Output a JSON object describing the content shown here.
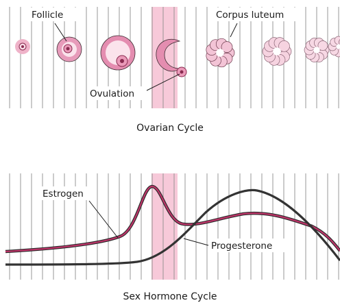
{
  "ovarian": {
    "caption": "Ovarian Cycle",
    "labels": {
      "follicle": "Follicle",
      "corpus_luteum": "Corpus luteum",
      "ovulation": "Ovulation"
    }
  },
  "hormone": {
    "caption": "Sex Hormone Cycle",
    "labels": {
      "estrogen": "Estrogen",
      "progesterone": "Progesterone"
    }
  },
  "colors": {
    "grid": "#8c8c8c",
    "ovulation_band": "#f7c9d9",
    "follicle_pink": "#e9a3bf",
    "follicle_dark": "#c0456f",
    "estrogen": "#c0356a",
    "progesterone": "#333333"
  }
}
